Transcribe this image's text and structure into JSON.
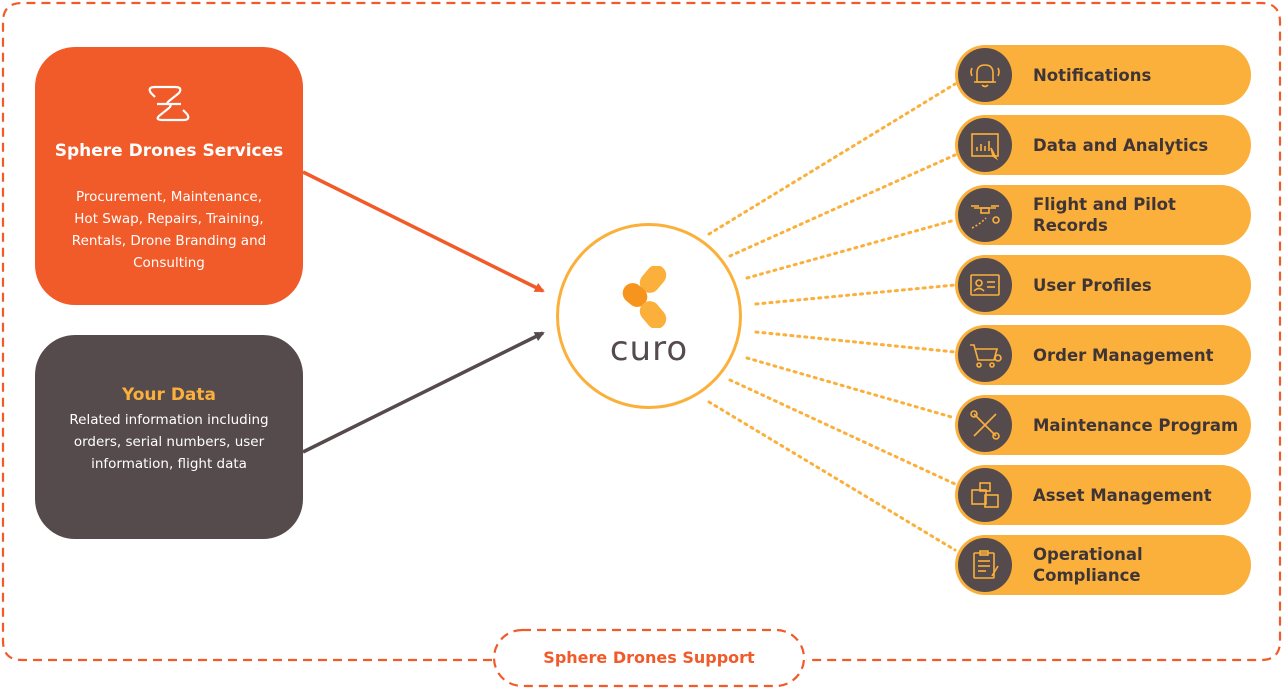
{
  "services": {
    "title": "Sphere Drones Services",
    "body": "Procurement, Maintenance, Hot Swap, Repairs, Training, Rentals, Drone Branding and Consulting"
  },
  "your_data": {
    "title": "Your Data",
    "body": "Related information including orders, serial numbers, user information, flight data"
  },
  "center": {
    "label": "curo"
  },
  "features": [
    {
      "label": "Notifications",
      "icon": "bell-icon"
    },
    {
      "label": "Data and Analytics",
      "icon": "analytics-icon"
    },
    {
      "label": "Flight and Pilot Records",
      "icon": "drone-icon"
    },
    {
      "label": "User Profiles",
      "icon": "id-card-icon"
    },
    {
      "label": "Order Management",
      "icon": "cart-icon"
    },
    {
      "label": "Maintenance Program",
      "icon": "tools-icon"
    },
    {
      "label": "Asset Management",
      "icon": "boxes-icon"
    },
    {
      "label": "Operational Compliance",
      "icon": "clipboard-icon"
    }
  ],
  "support": {
    "label": "Sphere Drones Support"
  },
  "colors": {
    "orange": "#f15a29",
    "amber": "#fbb03b",
    "dark": "#554a4c"
  }
}
